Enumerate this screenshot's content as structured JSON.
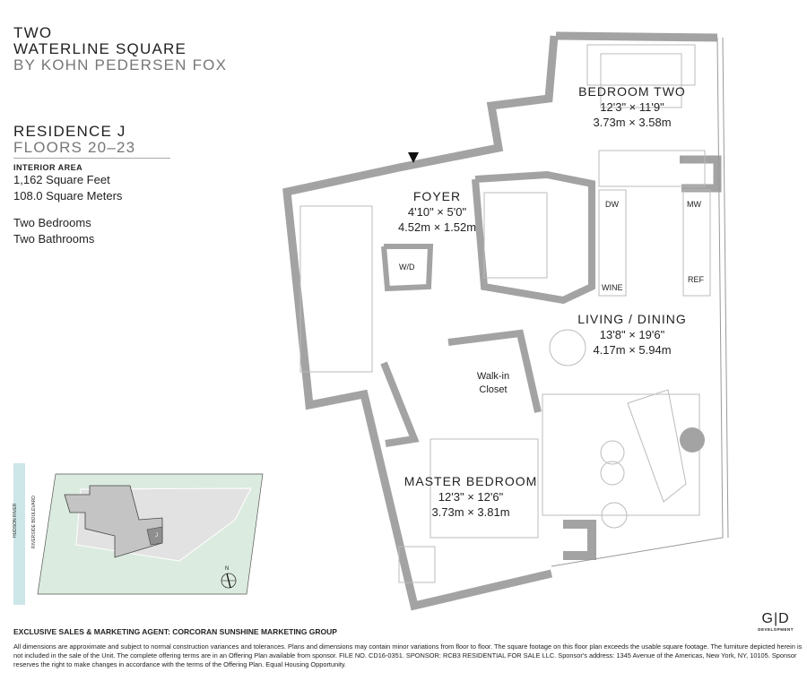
{
  "header": {
    "line1": "TWO",
    "line2": "WATERLINE SQUARE",
    "line3": "BY KOHN PEDERSEN FOX"
  },
  "residence": {
    "name": "RESIDENCE J",
    "floors": "FLOORS 20–23",
    "area_label": "INTERIOR AREA",
    "area_ft": "1,162 Square Feet",
    "area_m": "108.0 Square Meters",
    "bedrooms": "Two Bedrooms",
    "bathrooms": "Two Bathrooms"
  },
  "rooms": [
    {
      "name": "BEDROOM TWO",
      "imperial": "12'3\" × 11'9\"",
      "metric": "3.73m × 3.58m"
    },
    {
      "name": "FOYER",
      "imperial": "4'10\" × 5'0\"",
      "metric": "4.52m × 1.52m"
    },
    {
      "name": "LIVING / DINING",
      "imperial": "13'8\" × 19'6\"",
      "metric": "4.17m × 5.94m"
    },
    {
      "name": "MASTER BEDROOM",
      "imperial": "12'3\" × 12'6\"",
      "metric": "3.73m × 3.81m"
    }
  ],
  "fixtures": {
    "wd": "W/D",
    "closet1": "Walk-in",
    "closet2": "Closet",
    "dw": "DW",
    "mw": "MW",
    "wine": "WINE",
    "ref": "REF"
  },
  "site_map": {
    "river": "HUDSON RIVER",
    "street": "RIVERSIDE BOULEVARD",
    "unit": "J",
    "north": "N"
  },
  "logo": {
    "mark": "G|D",
    "sub": "DEVELOPMENT"
  },
  "footer": {
    "agent": "EXCLUSIVE SALES & MARKETING AGENT: CORCORAN SUNSHINE MARKETING GROUP",
    "disclaimer": "All dimensions are approximate and subject to normal construction variances and tolerances. Plans and dimensions may contain minor variations from floor to floor. The square footage on this floor plan exceeds the usable square footage. The furniture depicted herein is not included in the sale of the Unit. The complete offering terms are in an Offering Plan available from sponsor. FILE NO. CD16-0351. SPONSOR: RCB3 RESIDENTIAL FOR SALE LLC. Sponsor's address: 1345 Avenue of the Americas, New York, NY, 10105. Sponsor reserves the right to make changes in accordance with the terms of the Offering Plan. Equal Housing Opportunity."
  },
  "colors": {
    "wall": "#a3a3a3",
    "site_green": "#dcebdf",
    "river": "#cde6e8"
  }
}
